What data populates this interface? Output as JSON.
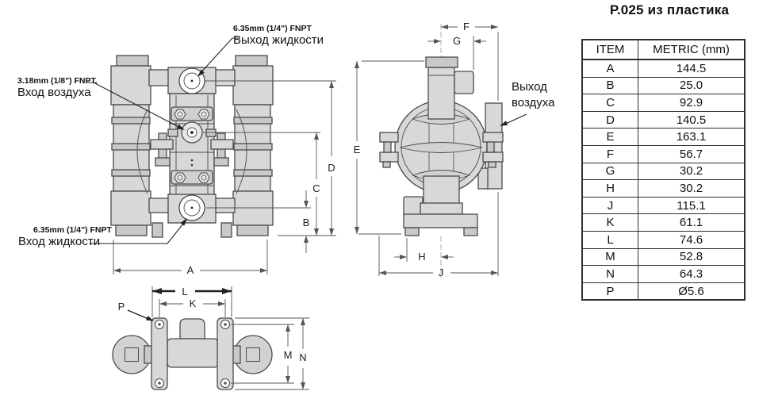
{
  "title": "Р.025 из пластика",
  "table": {
    "headers": [
      "ITEM",
      "METRIC (mm)"
    ],
    "rows": [
      {
        "item": "A",
        "value": "144.5"
      },
      {
        "item": "B",
        "value": "25.0"
      },
      {
        "item": "C",
        "value": "92.9"
      },
      {
        "item": "D",
        "value": "140.5"
      },
      {
        "item": "E",
        "value": "163.1"
      },
      {
        "item": "F",
        "value": "56.7"
      },
      {
        "item": "G",
        "value": "30.2"
      },
      {
        "item": "H",
        "value": "30.2"
      },
      {
        "item": "J",
        "value": "115.1"
      },
      {
        "item": "K",
        "value": "61.1"
      },
      {
        "item": "L",
        "value": "74.6"
      },
      {
        "item": "M",
        "value": "52.8"
      },
      {
        "item": "N",
        "value": "64.3"
      },
      {
        "item": "P",
        "value": "Ø5.6"
      }
    ]
  },
  "annotations": {
    "fluid_outlet_size": "6.35mm (1/4\") FNPT",
    "fluid_outlet_label": "Выход жидкости",
    "air_inlet_size": "3.18mm (1/8\") FNPT.",
    "air_inlet_label": "Вход воздуха",
    "fluid_inlet_size": "6.35mm (1/4\") FNPT",
    "fluid_inlet_label": "Вход жидкости",
    "air_outlet_line1": "Выход",
    "air_outlet_line2": "воздуха"
  },
  "dims": {
    "A": "A",
    "B": "B",
    "C": "C",
    "D": "D",
    "E": "E",
    "F": "F",
    "G": "G",
    "H": "H",
    "J": "J",
    "K": "K",
    "L": "L",
    "M": "M",
    "N": "N",
    "P": "P"
  },
  "colors": {
    "body_fill": "#d8d8d8",
    "body_fill_dark": "#c9c9c9",
    "outline": "#4a4a4a",
    "dim_line": "#555555",
    "text": "#111111"
  }
}
